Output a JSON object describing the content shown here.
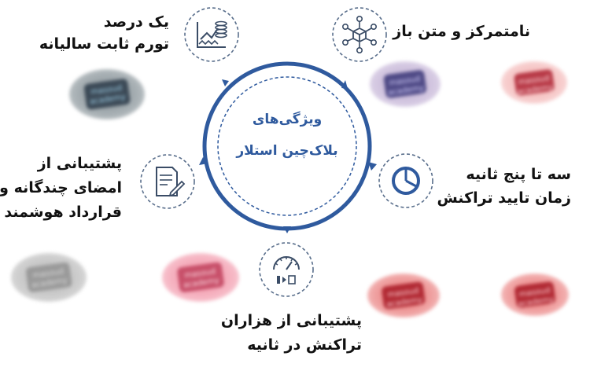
{
  "center": {
    "line1": "ویژگی‌های",
    "line2": "بلاک‌چین استلار"
  },
  "features": [
    {
      "id": "inflation",
      "line1": "یک درصد",
      "line2": "تورم ثابت سالیانه",
      "icon": "chart-coins-icon"
    },
    {
      "id": "decentralized",
      "line1": "نامتمرکز و متن باز",
      "icon": "network-cube-icon"
    },
    {
      "id": "confirmation",
      "line1": "سه تا پنج ثانیه",
      "line2": "زمان تایید تراکنش",
      "icon": "pie-timer-icon"
    },
    {
      "id": "throughput",
      "line1": "پشتیبانی از هزاران",
      "line2": "تراکنش در ثانیه",
      "icon": "gauge-icon"
    },
    {
      "id": "multisig",
      "line1": "پشتیبانی از",
      "line2": "امضای چندگانه و",
      "line3": "قرارداد هوشمند",
      "icon": "contract-pen-icon"
    }
  ],
  "watermark": {
    "text_line1": "masoud",
    "text_line2": "academy"
  },
  "colors": {
    "ring": "#2f5a9e",
    "icon_circle": "#5a6f8c",
    "icon_stroke": "#3a4c66",
    "text": "#111111"
  }
}
